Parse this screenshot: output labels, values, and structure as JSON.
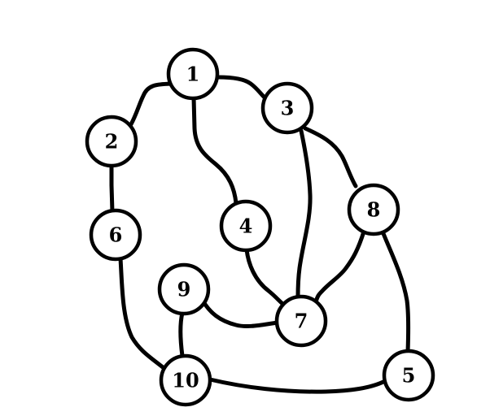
{
  "graph": {
    "nodes": [
      {
        "id": "1",
        "label": "1"
      },
      {
        "id": "2",
        "label": "2"
      },
      {
        "id": "3",
        "label": "3"
      },
      {
        "id": "4",
        "label": "4"
      },
      {
        "id": "5",
        "label": "5"
      },
      {
        "id": "6",
        "label": "6"
      },
      {
        "id": "7",
        "label": "7"
      },
      {
        "id": "8",
        "label": "8"
      },
      {
        "id": "9",
        "label": "9"
      },
      {
        "id": "10",
        "label": "10"
      }
    ],
    "edges": [
      {
        "from": "1",
        "to": "2"
      },
      {
        "from": "1",
        "to": "3"
      },
      {
        "from": "1",
        "to": "4"
      },
      {
        "from": "2",
        "to": "6"
      },
      {
        "from": "3",
        "to": "8"
      },
      {
        "from": "3",
        "to": "7"
      },
      {
        "from": "4",
        "to": "7"
      },
      {
        "from": "8",
        "to": "7"
      },
      {
        "from": "8",
        "to": "5"
      },
      {
        "from": "6",
        "to": "10"
      },
      {
        "from": "9",
        "to": "7"
      },
      {
        "from": "9",
        "to": "10"
      },
      {
        "from": "10",
        "to": "5"
      }
    ]
  }
}
